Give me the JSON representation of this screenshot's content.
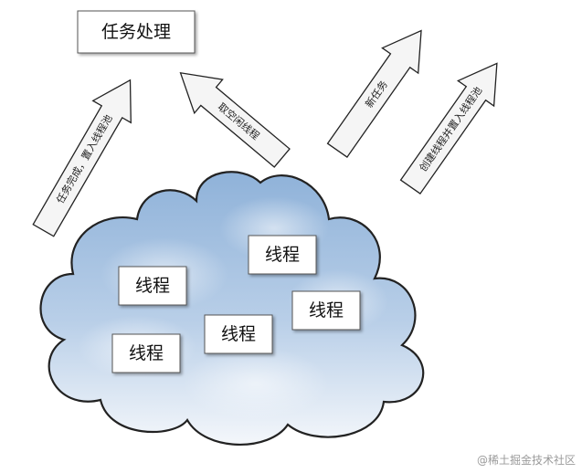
{
  "task_box": "任务处理",
  "arrows": {
    "task_done": "任务完成，置入线程池",
    "take_idle": "取空闲线程",
    "new_task": "新任务",
    "create_thread": "创建线程并置入线程池"
  },
  "threads": [
    "线程",
    "线程",
    "线程",
    "线程",
    "线程"
  ],
  "watermark": "@稀土掘金技术社区",
  "colors": {
    "cloud_top": "#8fb2d9",
    "cloud_bottom": "#f4f7fb",
    "arrow_fill": "#f5f5f5",
    "stroke": "#222222"
  }
}
